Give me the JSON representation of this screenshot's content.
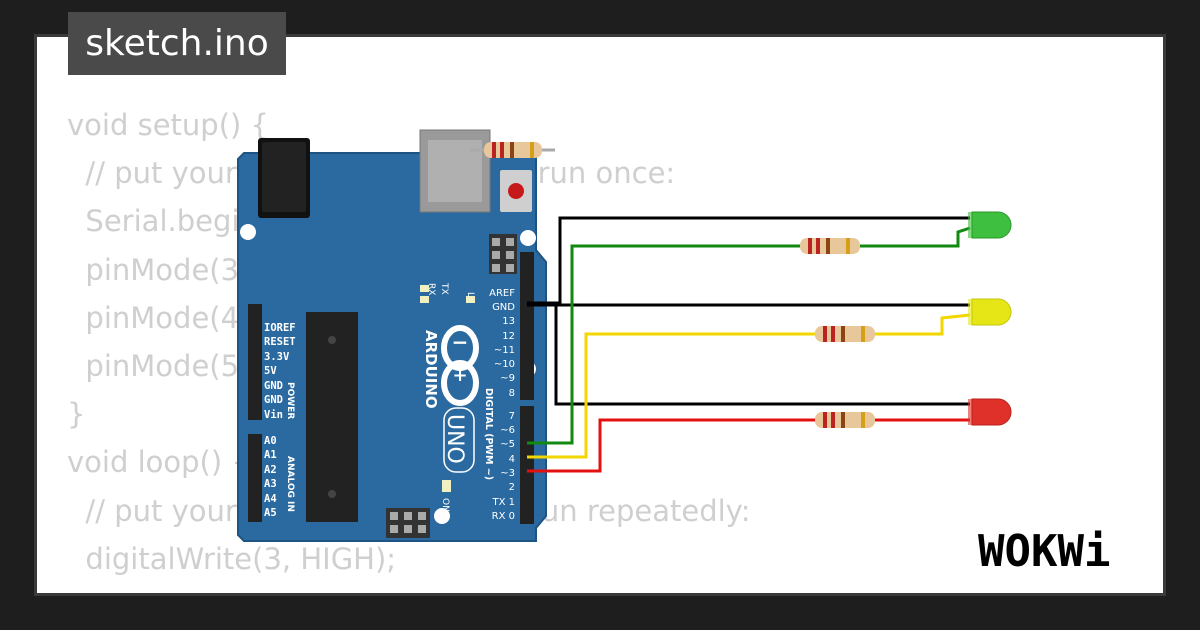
{
  "tab": {
    "title": "sketch.ino"
  },
  "code": {
    "lines": [
      "void setup() {",
      "  // put your setup code here, to run once:",
      "  Serial.begin(115200);",
      "  pinMode(3, OUTPUT);",
      "  pinMode(4, OUTPUT);",
      "  pinMode(5, OUTPUT);",
      "}",
      "",
      "void loop() {",
      "  // put your main code here, to run repeatedly:",
      "  digitalWrite(3, HIGH);"
    ]
  },
  "board": {
    "brand": "ARDUINO",
    "model": "UNO",
    "power_header": [
      "IOREF",
      "RESET",
      "3.3V",
      "5V",
      "GND",
      "GND",
      "Vin"
    ],
    "power_label": "POWER",
    "analog_header": [
      "A0",
      "A1",
      "A2",
      "A3",
      "A4",
      "A5"
    ],
    "analog_label": "ANALOG IN",
    "digital_top": [
      "AREF",
      "GND",
      "13",
      "12",
      "~11",
      "~10",
      "~9",
      "8"
    ],
    "digital_bottom": [
      "7",
      "~6",
      "~5",
      "4",
      "~3",
      "2",
      "TX 1",
      "RX 0"
    ],
    "digital_label": "DIGITAL (PWM ~)",
    "tx_label": "TX",
    "rx_label": "RX",
    "l_label": "L",
    "on_label": "ON"
  },
  "leds": [
    {
      "color": "green",
      "hex": "#3fbf3f"
    },
    {
      "color": "yellow",
      "hex": "#e6e617"
    },
    {
      "color": "red",
      "hex": "#e0302a"
    }
  ],
  "wires": {
    "gnd": "#000000",
    "green": "#128a12",
    "yellow": "#f2d600",
    "red": "#e41010"
  },
  "colors": {
    "board": "#2a6aa0",
    "frame": "#3a3a3a",
    "tab": "#4a4a4a"
  },
  "logo": {
    "text": "WOKWi"
  }
}
